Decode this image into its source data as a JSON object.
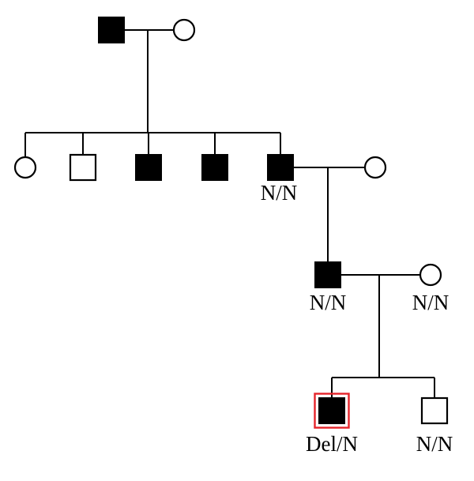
{
  "diagram": {
    "type": "pedigree-chart",
    "background": "#ffffff",
    "colors": {
      "ink": "#000000",
      "symbol_open_fill": "#ffffff",
      "proband_highlight": "#e5242a"
    },
    "legend_semantics": {
      "filled_square": "affected male",
      "open_square": "unaffected male",
      "open_circle": "unaffected female",
      "red_outlined_square": "proband"
    },
    "genotype_labels": {
      "gen2_son4": "N/N",
      "gen3_father": "N/N",
      "gen3_mother": "N/N",
      "gen4_proband": "Del/N",
      "gen4_sibling": "N/N"
    },
    "individuals": [
      {
        "id": "I-1",
        "generation": 1,
        "symbol": "filled-square"
      },
      {
        "id": "I-2",
        "generation": 1,
        "symbol": "open-circle"
      },
      {
        "id": "II-1",
        "generation": 2,
        "symbol": "open-circle"
      },
      {
        "id": "II-2",
        "generation": 2,
        "symbol": "open-square"
      },
      {
        "id": "II-3",
        "generation": 2,
        "symbol": "filled-square"
      },
      {
        "id": "II-4",
        "generation": 2,
        "symbol": "filled-square"
      },
      {
        "id": "II-5",
        "generation": 2,
        "symbol": "filled-square",
        "label": "N/N"
      },
      {
        "id": "II-6",
        "generation": 2,
        "symbol": "open-circle"
      },
      {
        "id": "III-1",
        "generation": 3,
        "symbol": "filled-square",
        "label": "N/N"
      },
      {
        "id": "III-2",
        "generation": 3,
        "symbol": "open-circle",
        "label": "N/N"
      },
      {
        "id": "IV-1",
        "generation": 4,
        "symbol": "filled-square",
        "proband": true,
        "label": "Del/N"
      },
      {
        "id": "IV-2",
        "generation": 4,
        "symbol": "open-square",
        "label": "N/N"
      }
    ]
  }
}
